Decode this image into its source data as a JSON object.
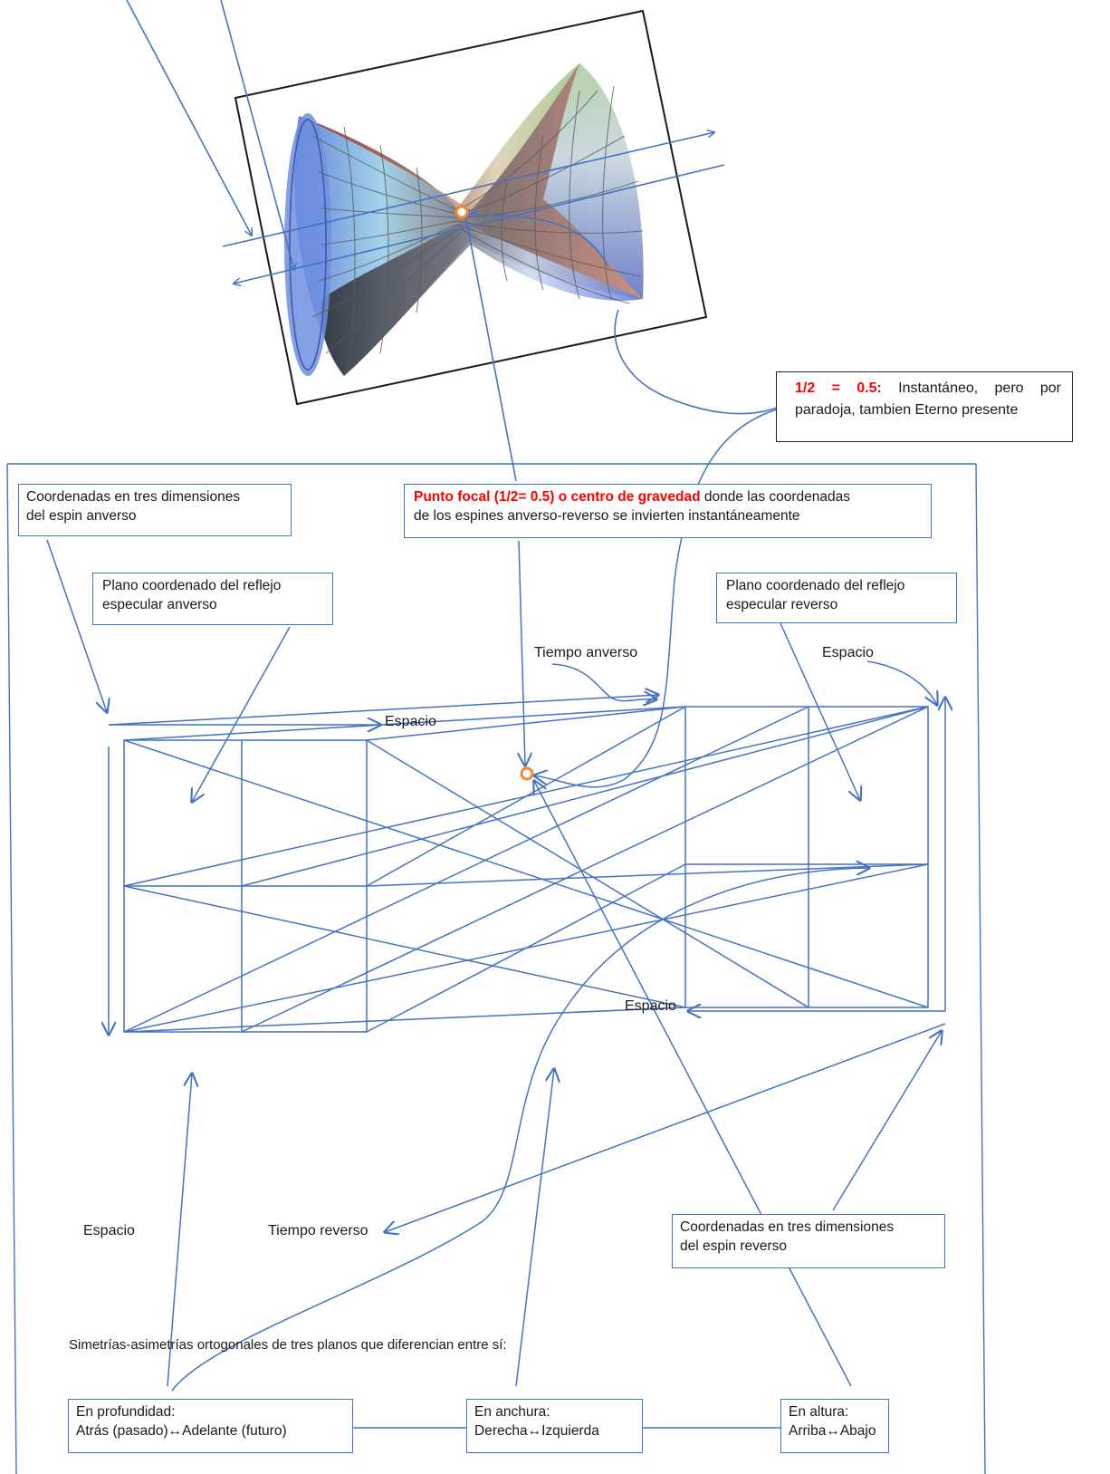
{
  "callouts": {
    "gravity_note": {
      "highlight": "1/2 = 0.5:",
      "line1_rest": " Instantáneo, pero  por",
      "line2": "paradoja, tambien Eterno presente"
    },
    "focal_point": {
      "highlight": "Punto focal (1/2= 0.5) o centro de gravedad",
      "line1_rest": " donde las coordenadas",
      "line2": "de los espines anverso-reverso se invierten instantáneamente"
    },
    "coord_anverso": {
      "line1": "Coordenadas en tres dimensiones",
      "line2": "del espin anverso"
    },
    "plane_anverso": {
      "line1": "Plano coordenado del reflejo",
      "line2": "especular anverso"
    },
    "plane_reverso": {
      "line1": "Plano coordenado del reflejo",
      "line2": "especular reverso"
    },
    "coord_reverso": {
      "line1": "Coordenadas en tres dimensiones",
      "line2": " del espin reverso"
    }
  },
  "axis_labels": {
    "tiempo_anverso": "Tiempo anverso",
    "espacio_top_right": "Espacio",
    "espacio_top_left": "Espacio",
    "espacio_mid_right": "Espacio",
    "espacio_bottom_left": "Espacio",
    "tiempo_reverso": "Tiempo reverso"
  },
  "symmetry_caption": "Simetrías-asimetrías ortogonales de tres planos que diferencian entre sí:",
  "symmetry_boxes": [
    {
      "title": "En profundidad:",
      "text": "Atrás (pasado)↔Adelante (futuro)"
    },
    {
      "title": "En anchura:",
      "text": "Derecha↔Izquierda"
    },
    {
      "title": "En altura:",
      "text": "Arriba↔Abajo"
    }
  ],
  "colors": {
    "line_blue": "#4472c4",
    "highlight_red": "#ff0000",
    "focal_orange": "#f28a2e"
  }
}
